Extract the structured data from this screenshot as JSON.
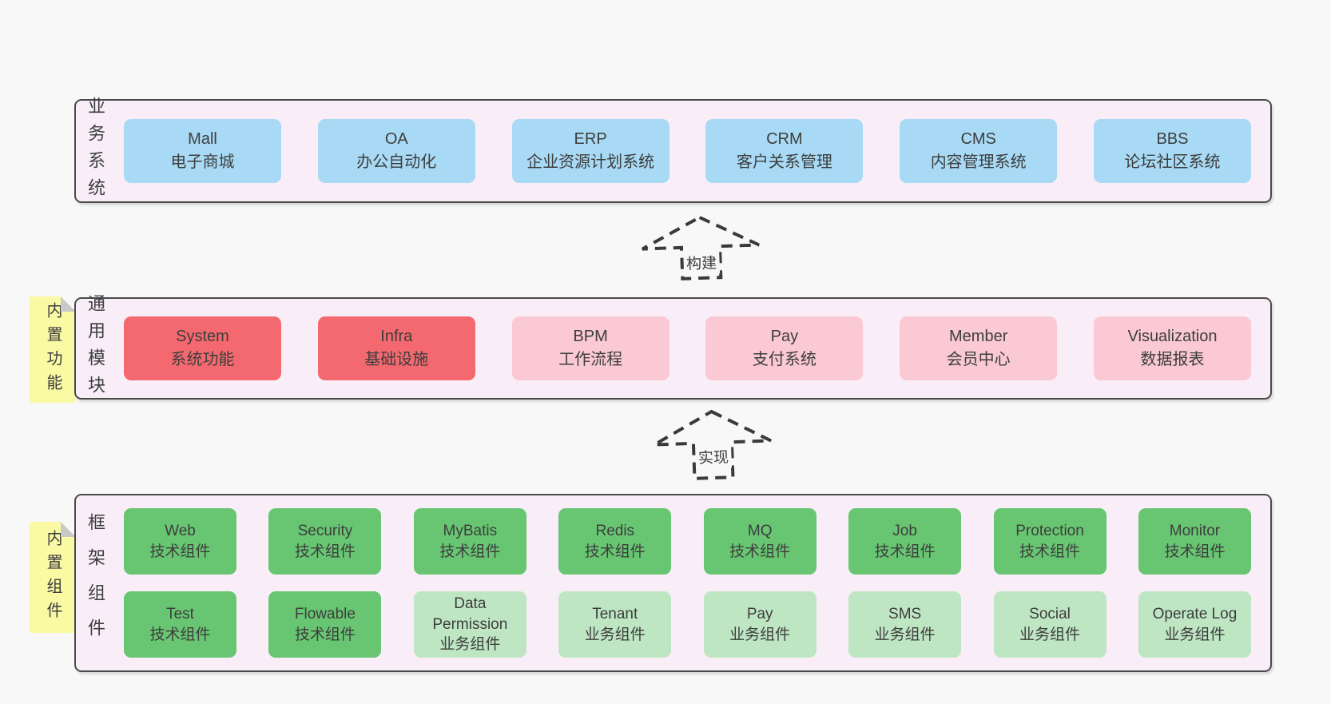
{
  "colors": {
    "page_bg": "#f8f8f8",
    "container_bg": "#f9eef8",
    "container_border": "#4a4a4a",
    "blue_box": "#a8daf5",
    "red_box": "#f4696f",
    "pink_box": "#fac9d3",
    "green_box": "#68c673",
    "light_green_box": "#bfe6c3",
    "note_bg": "#fafaa5",
    "note_fold": "#c9c9c9",
    "text": "#3d3d3d"
  },
  "arrows": [
    {
      "label": "构建"
    },
    {
      "label": "实现"
    }
  ],
  "layers": {
    "business": {
      "label": "业务系统",
      "items": [
        {
          "name": "Mall",
          "desc": "电子商城",
          "variant": "blue"
        },
        {
          "name": "OA",
          "desc": "办公自动化",
          "variant": "blue"
        },
        {
          "name": "ERP",
          "desc": "企业资源计划系统",
          "variant": "blue"
        },
        {
          "name": "CRM",
          "desc": "客户关系管理",
          "variant": "blue"
        },
        {
          "name": "CMS",
          "desc": "内容管理系统",
          "variant": "blue"
        },
        {
          "name": "BBS",
          "desc": "论坛社区系统",
          "variant": "blue"
        }
      ]
    },
    "modules": {
      "note": "内置功能",
      "label": "通用模块",
      "items": [
        {
          "name": "System",
          "desc": "系统功能",
          "variant": "red"
        },
        {
          "name": "Infra",
          "desc": "基础设施",
          "variant": "red"
        },
        {
          "name": "BPM",
          "desc": "工作流程",
          "variant": "pink"
        },
        {
          "name": "Pay",
          "desc": "支付系统",
          "variant": "pink"
        },
        {
          "name": "Member",
          "desc": "会员中心",
          "variant": "pink"
        },
        {
          "name": "Visualization",
          "desc": "数据报表",
          "variant": "pink"
        }
      ]
    },
    "components": {
      "note": "内置组件",
      "label": "框架组件",
      "rows": [
        [
          {
            "name": "Web",
            "desc": "技术组件",
            "variant": "green"
          },
          {
            "name": "Security",
            "desc": "技术组件",
            "variant": "green"
          },
          {
            "name": "MyBatis",
            "desc": "技术组件",
            "variant": "green"
          },
          {
            "name": "Redis",
            "desc": "技术组件",
            "variant": "green"
          },
          {
            "name": "MQ",
            "desc": "技术组件",
            "variant": "green"
          },
          {
            "name": "Job",
            "desc": "技术组件",
            "variant": "green"
          },
          {
            "name": "Protection",
            "desc": "技术组件",
            "variant": "green"
          },
          {
            "name": "Monitor",
            "desc": "技术组件",
            "variant": "green"
          }
        ],
        [
          {
            "name": "Test",
            "desc": "技术组件",
            "variant": "green"
          },
          {
            "name": "Flowable",
            "desc": "技术组件",
            "variant": "green"
          },
          {
            "name": "Data Permission",
            "desc": "业务组件",
            "variant": "green-light"
          },
          {
            "name": "Tenant",
            "desc": "业务组件",
            "variant": "green-light"
          },
          {
            "name": "Pay",
            "desc": "业务组件",
            "variant": "green-light"
          },
          {
            "name": "SMS",
            "desc": "业务组件",
            "variant": "green-light"
          },
          {
            "name": "Social",
            "desc": "业务组件",
            "variant": "green-light"
          },
          {
            "name": "Operate Log",
            "desc": "业务组件",
            "variant": "green-light"
          }
        ]
      ]
    }
  }
}
